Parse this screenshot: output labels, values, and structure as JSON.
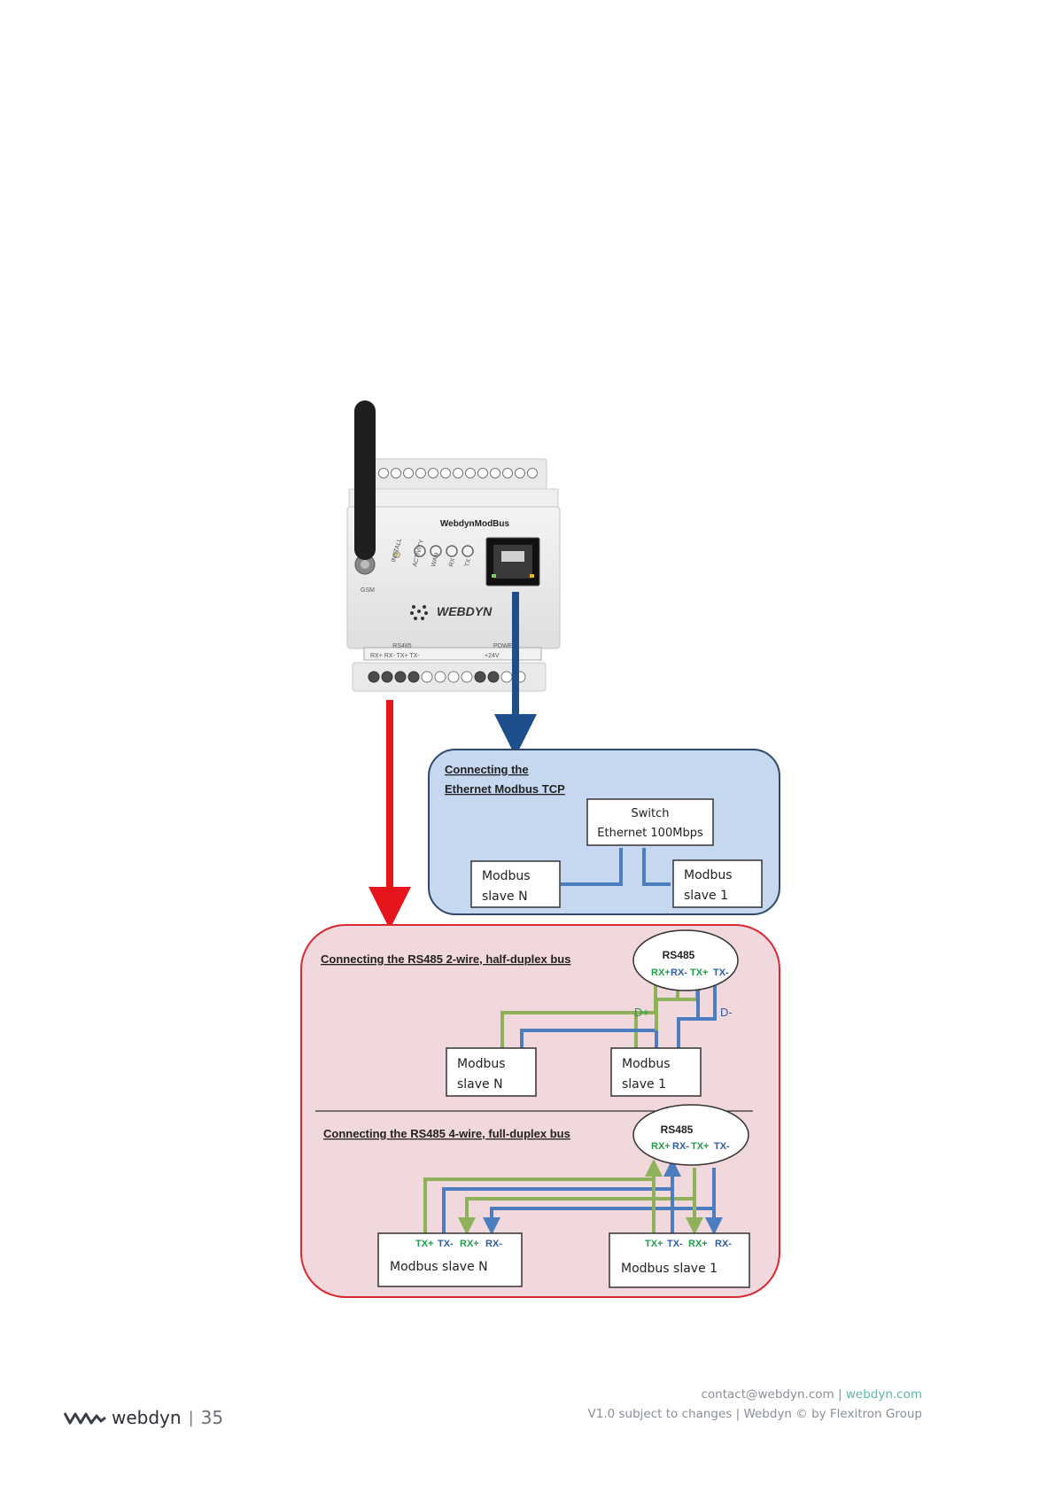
{
  "device": {
    "model_label": "WebdynModBus",
    "brand": "WEBDYN",
    "led_labels": [
      "INSTALL",
      "ACTIVITY",
      "WAN",
      "RX",
      "TX"
    ],
    "antenna_label": "GSM",
    "bottom_terminal_label": "RS485",
    "bottom_pins": "RX+  RX-  TX+  TX-",
    "power_label": "POWER",
    "power_pins": "+24V"
  },
  "ethernet_panel": {
    "title_line1": "Connecting  the",
    "title_line2": "Ethernet  Modbus  TCP",
    "switch_line1": "Switch",
    "switch_line2": "Ethernet 100Mbps",
    "slave_n_line1": "Modbus",
    "slave_n_line2": "slave N",
    "slave_1_line1": "Modbus",
    "slave_1_line2": "slave 1"
  },
  "rs485_panel": {
    "two_wire_title": "Connecting  the  RS485 2-wire, half-duplex bus",
    "two_wire_rs485": "RS485",
    "rs485_pins": [
      "RX+",
      "RX-",
      "TX+",
      "TX-"
    ],
    "d_plus": "D+",
    "d_minus": "D-",
    "slave_n_line1": "Modbus",
    "slave_n_line2": "slave N",
    "slave_1_line1": "Modbus",
    "slave_1_line2": "slave 1",
    "four_wire_title": "Connecting  the  RS485 4-wire, full-duplex bus",
    "four_wire_rs485": "RS485",
    "slave_pins": [
      "TX+",
      "TX-",
      "RX+",
      "RX-"
    ],
    "slave_n_full": "Modbus slave N",
    "slave_1_full": "Modbus slave 1"
  },
  "footer": {
    "email": "contact@webdyn.com",
    "separator": "|",
    "website": "webdyn.com",
    "version_line": "V1.0 subject to changes  |  Webdyn © by Flexitron Group",
    "brand": "webdyn",
    "page_separator": "|",
    "page_number": "35"
  },
  "colors": {
    "ethernet_bg": "#c5d8ef",
    "ethernet_border": "#2d4a6e",
    "rs485_bg": "#f1d8dc",
    "rs485_border": "#d9282f",
    "arrow_red": "#e8141b",
    "arrow_blue": "#1f4e8c",
    "wire_green": "#8fb15a",
    "wire_blue": "#4c7dbf",
    "pin_green": "#1f9e4a",
    "pin_blue": "#2e5da8"
  }
}
